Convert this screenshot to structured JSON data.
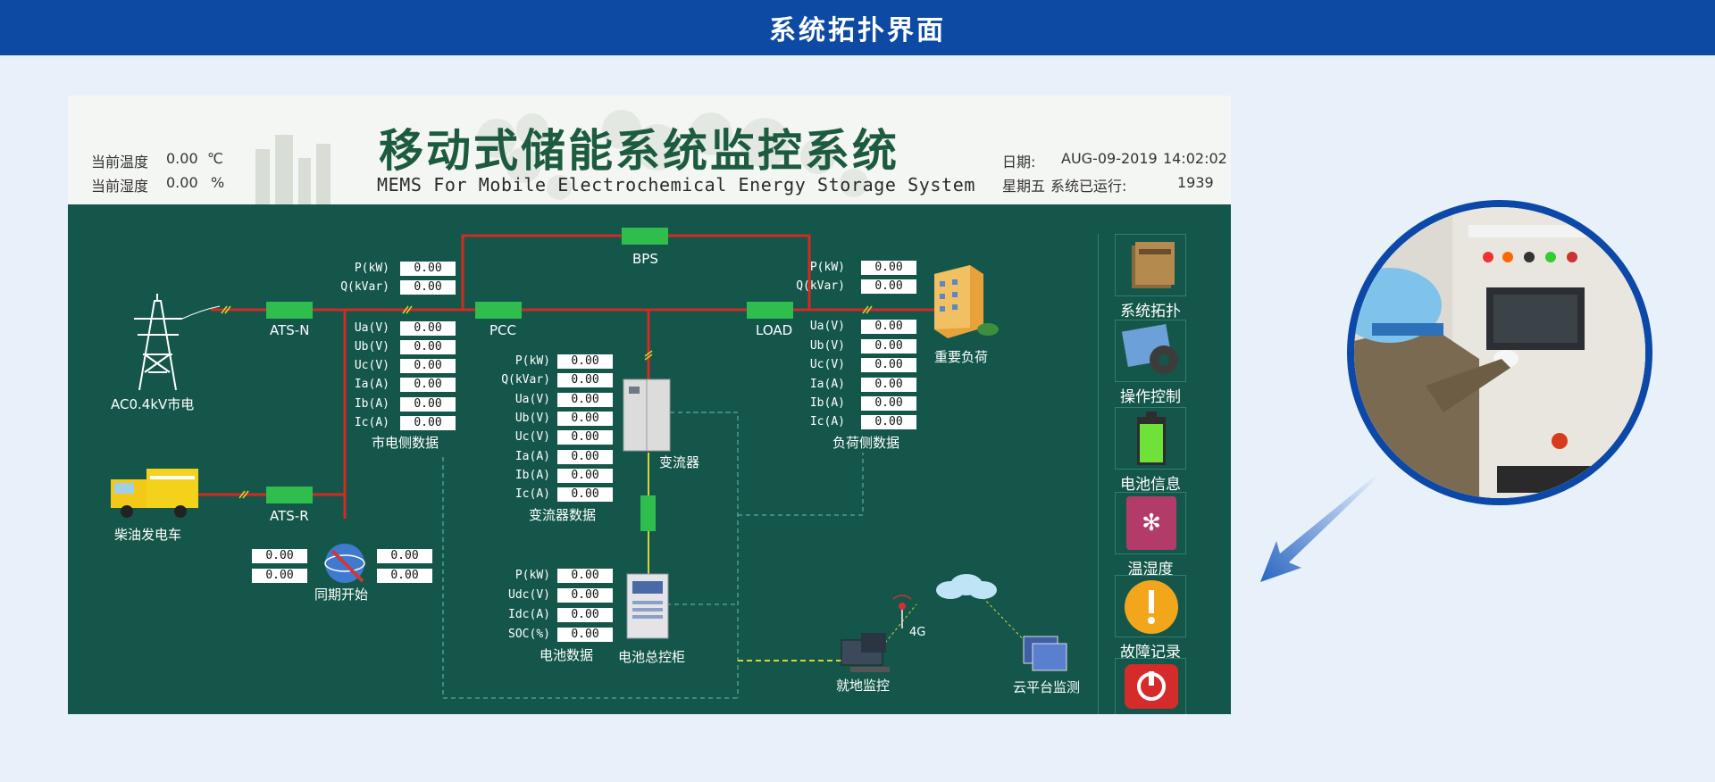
{
  "page_title": "系统拓扑界面",
  "header": {
    "temp_label": "当前温度",
    "temp_value": "0.00",
    "temp_unit": "℃",
    "humidity_label": "当前湿度",
    "humidity_value": "0.00",
    "humidity_unit": "%",
    "title": "移动式储能系统监控系统",
    "subtitle": "MEMS For Mobile Electrochemical Energy Storage System",
    "date_label": "日期:",
    "date_value": "AUG-09-2019",
    "time_value": "14:02:02",
    "weekday": "星期五",
    "runtime_label": "系统已运行:",
    "runtime_value": "1939"
  },
  "nodes": {
    "grid": "AC0.4kV市电",
    "diesel": "柴油发电车",
    "ats_n": "ATS-N",
    "ats_r": "ATS-R",
    "pcc": "PCC",
    "bps": "BPS",
    "load": "LOAD",
    "important_load": "重要负荷",
    "converter": "变流器",
    "battery_cabinet": "电池总控柜",
    "sync_start": "同期开始",
    "local_monitor": "就地监控",
    "cloud_monitor": "云平台监测",
    "signal_4g": "4G"
  },
  "grid_panel": {
    "title": "市电侧数据",
    "top_rows": [
      {
        "label": "P(kW)",
        "value": "0.00"
      },
      {
        "label": "Q(kVar)",
        "value": "0.00"
      }
    ],
    "rows": [
      {
        "label": "Ua(V)",
        "value": "0.00"
      },
      {
        "label": "Ub(V)",
        "value": "0.00"
      },
      {
        "label": "Uc(V)",
        "value": "0.00"
      },
      {
        "label": "Ia(A)",
        "value": "0.00"
      },
      {
        "label": "Ib(A)",
        "value": "0.00"
      },
      {
        "label": "Ic(A)",
        "value": "0.00"
      }
    ]
  },
  "load_panel": {
    "title": "负荷侧数据",
    "top_rows": [
      {
        "label": "P(kW)",
        "value": "0.00"
      },
      {
        "label": "Q(kVar)",
        "value": "0.00"
      }
    ],
    "rows": [
      {
        "label": "Ua(V)",
        "value": "0.00"
      },
      {
        "label": "Ub(V)",
        "value": "0.00"
      },
      {
        "label": "Uc(V)",
        "value": "0.00"
      },
      {
        "label": "Ia(A)",
        "value": "0.00"
      },
      {
        "label": "Ib(A)",
        "value": "0.00"
      },
      {
        "label": "Ic(A)",
        "value": "0.00"
      }
    ]
  },
  "converter_panel": {
    "title": "变流器数据",
    "rows": [
      {
        "label": "P(kW)",
        "value": "0.00"
      },
      {
        "label": "Q(kVar)",
        "value": "0.00"
      },
      {
        "label": "Ua(V)",
        "value": "0.00"
      },
      {
        "label": "Ub(V)",
        "value": "0.00"
      },
      {
        "label": "Uc(V)",
        "value": "0.00"
      },
      {
        "label": "Ia(A)",
        "value": "0.00"
      },
      {
        "label": "Ib(A)",
        "value": "0.00"
      },
      {
        "label": "Ic(A)",
        "value": "0.00"
      }
    ]
  },
  "battery_panel": {
    "title": "电池数据",
    "rows": [
      {
        "label": "P(kW)",
        "value": "0.00"
      },
      {
        "label": "Udc(V)",
        "value": "0.00"
      },
      {
        "label": "Idc(A)",
        "value": "0.00"
      },
      {
        "label": "SOC(%)",
        "value": "0.00"
      }
    ]
  },
  "sync_values": {
    "left": [
      "0.00",
      "0.00"
    ],
    "right": [
      "0.00",
      "0.00"
    ]
  },
  "menu": [
    {
      "label": "系统拓扑",
      "icon": "folder-stack-icon"
    },
    {
      "label": "操作控制",
      "icon": "gear-icon"
    },
    {
      "label": "电池信息",
      "icon": "battery-icon"
    },
    {
      "label": "温湿度",
      "icon": "snowflake-icon"
    },
    {
      "label": "故障记录",
      "icon": "warning-icon"
    },
    {
      "label": "",
      "icon": "power-icon"
    }
  ],
  "colors": {
    "banner": "#0d4aa3",
    "screen_bg": "#14574a",
    "bus_line": "#d42a22",
    "switch": "#2fbd4e"
  }
}
